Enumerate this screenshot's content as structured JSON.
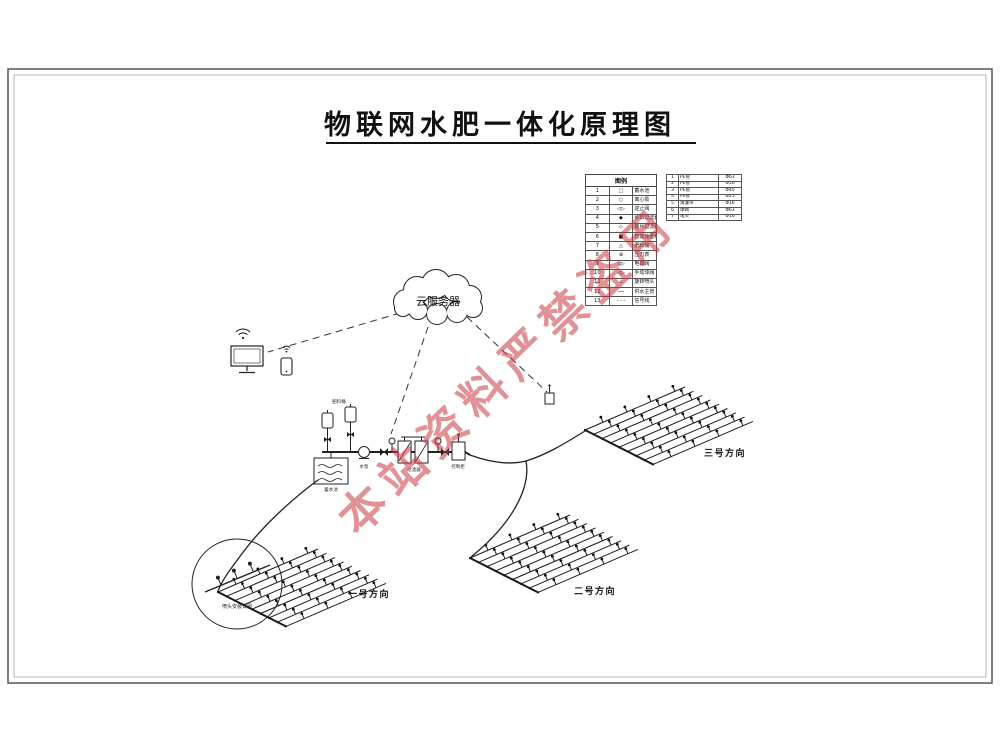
{
  "page": {
    "title": "物联网水肥一体化原理图",
    "watermark": "本站资料严禁盗用"
  },
  "cloud": {
    "label": "云服务器"
  },
  "fields": {
    "f1": "一号方向",
    "f2": "二号方向",
    "f3": "三号方向"
  },
  "callout": {
    "note": "喷头安装详图"
  },
  "equipment": {
    "tank": "肥料桶",
    "pool": "蓄水池",
    "pump": "水泵",
    "filter": "过滤器",
    "controller": "控制柜"
  },
  "legend": {
    "title": "图例",
    "rows": [
      {
        "no": "1",
        "sym": "□",
        "name": "蓄水池"
      },
      {
        "no": "2",
        "sym": "○",
        "name": "离心泵"
      },
      {
        "no": "3",
        "sym": "◁▷",
        "name": "逆止阀"
      },
      {
        "no": "4",
        "sym": "◆",
        "name": "砂石过滤器"
      },
      {
        "no": "5",
        "sym": "◇",
        "name": "叠片过滤器"
      },
      {
        "no": "6",
        "sym": "■",
        "name": "智能施肥机"
      },
      {
        "no": "7",
        "sym": "△",
        "name": "肥料桶"
      },
      {
        "no": "8",
        "sym": "⊕",
        "name": "压力表"
      },
      {
        "no": "9",
        "sym": "◁▷",
        "name": "电磁阀"
      },
      {
        "no": "10",
        "sym": "◁▷",
        "name": "手动球阀"
      },
      {
        "no": "11",
        "sym": "⊥",
        "name": "旋转喷头"
      },
      {
        "no": "12",
        "sym": "──",
        "name": "供水主管"
      },
      {
        "no": "13",
        "sym": "- - -",
        "name": "信号线"
      }
    ]
  },
  "materials": {
    "rows": [
      {
        "no": "1",
        "name": "PE管",
        "spec": "Φ63"
      },
      {
        "no": "2",
        "name": "PE管",
        "spec": "Φ50"
      },
      {
        "no": "3",
        "name": "PE管",
        "spec": "Φ40"
      },
      {
        "no": "4",
        "name": "PE管",
        "spec": "Φ25"
      },
      {
        "no": "5",
        "name": "滴灌带",
        "spec": "Φ16"
      },
      {
        "no": "6",
        "name": "球阀",
        "spec": "Φ63"
      },
      {
        "no": "7",
        "name": "堵头",
        "spec": "Φ16"
      }
    ]
  }
}
